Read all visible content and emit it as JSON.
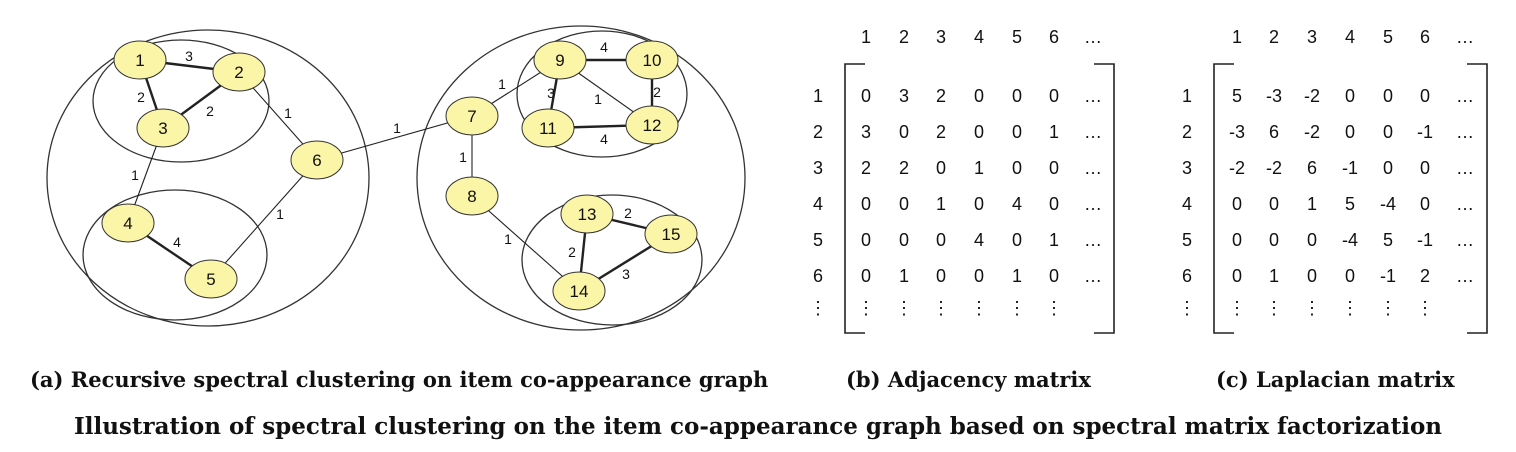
{
  "graph": {
    "nodes": [
      "1",
      "2",
      "3",
      "4",
      "5",
      "6",
      "7",
      "8",
      "9",
      "10",
      "11",
      "12",
      "13",
      "14",
      "15"
    ],
    "edge_weights": {
      "e1_2": "3",
      "e1_3": "2",
      "e2_3": "2",
      "e2_6": "1",
      "e3_4": "1",
      "e4_5": "4",
      "e5_6": "1",
      "e6_7": "1",
      "e7_9": "1",
      "e7_8": "1",
      "e9_10": "4",
      "e9_11": "3",
      "e9_12": "1",
      "e10_12": "2",
      "e11_12": "4",
      "e8_14": "1",
      "e13_15": "2",
      "e13_14": "2",
      "e14_15": "3"
    }
  },
  "adjacency": {
    "col_headers": [
      "1",
      "2",
      "3",
      "4",
      "5",
      "6",
      "…"
    ],
    "row_headers": [
      "1",
      "2",
      "3",
      "4",
      "5",
      "6",
      "⋮"
    ],
    "rows": [
      [
        "0",
        "3",
        "2",
        "0",
        "0",
        "0",
        "…"
      ],
      [
        "3",
        "0",
        "2",
        "0",
        "0",
        "1",
        "…"
      ],
      [
        "2",
        "2",
        "0",
        "1",
        "0",
        "0",
        "…"
      ],
      [
        "0",
        "0",
        "1",
        "0",
        "4",
        "0",
        "…"
      ],
      [
        "0",
        "0",
        "0",
        "4",
        "0",
        "1",
        "…"
      ],
      [
        "0",
        "1",
        "0",
        "0",
        "1",
        "0",
        "…"
      ],
      [
        "⋮",
        "⋮",
        "⋮",
        "⋮",
        "⋮",
        "⋮",
        ""
      ]
    ]
  },
  "laplacian": {
    "col_headers": [
      "1",
      "2",
      "3",
      "4",
      "5",
      "6",
      "…"
    ],
    "row_headers": [
      "1",
      "2",
      "3",
      "4",
      "5",
      "6",
      "⋮"
    ],
    "rows": [
      [
        "5",
        "-3",
        "-2",
        "0",
        "0",
        "0",
        "…"
      ],
      [
        "-3",
        "6",
        "-2",
        "0",
        "0",
        "-1",
        "…"
      ],
      [
        "-2",
        "-2",
        "6",
        "-1",
        "0",
        "0",
        "…"
      ],
      [
        "0",
        "0",
        "1",
        "5",
        "-4",
        "0",
        "…"
      ],
      [
        "0",
        "0",
        "0",
        "-4",
        "5",
        "-1",
        "…"
      ],
      [
        "0",
        "1",
        "0",
        "0",
        "-1",
        "2",
        "…"
      ],
      [
        "⋮",
        "⋮",
        "⋮",
        "⋮",
        "⋮",
        "⋮",
        ""
      ]
    ]
  },
  "captions": {
    "a": "(a) Recursive spectral clustering on item co-appearance graph",
    "b": "(b) Adjacency matrix",
    "c": "(c) Laplacian matrix",
    "main": "Illustration of spectral clustering on the item co-appearance graph based on spectral matrix factorization"
  },
  "colors": {
    "node_fill": "#fbf5a8",
    "node_stroke": "#333333",
    "line": "#222222"
  }
}
